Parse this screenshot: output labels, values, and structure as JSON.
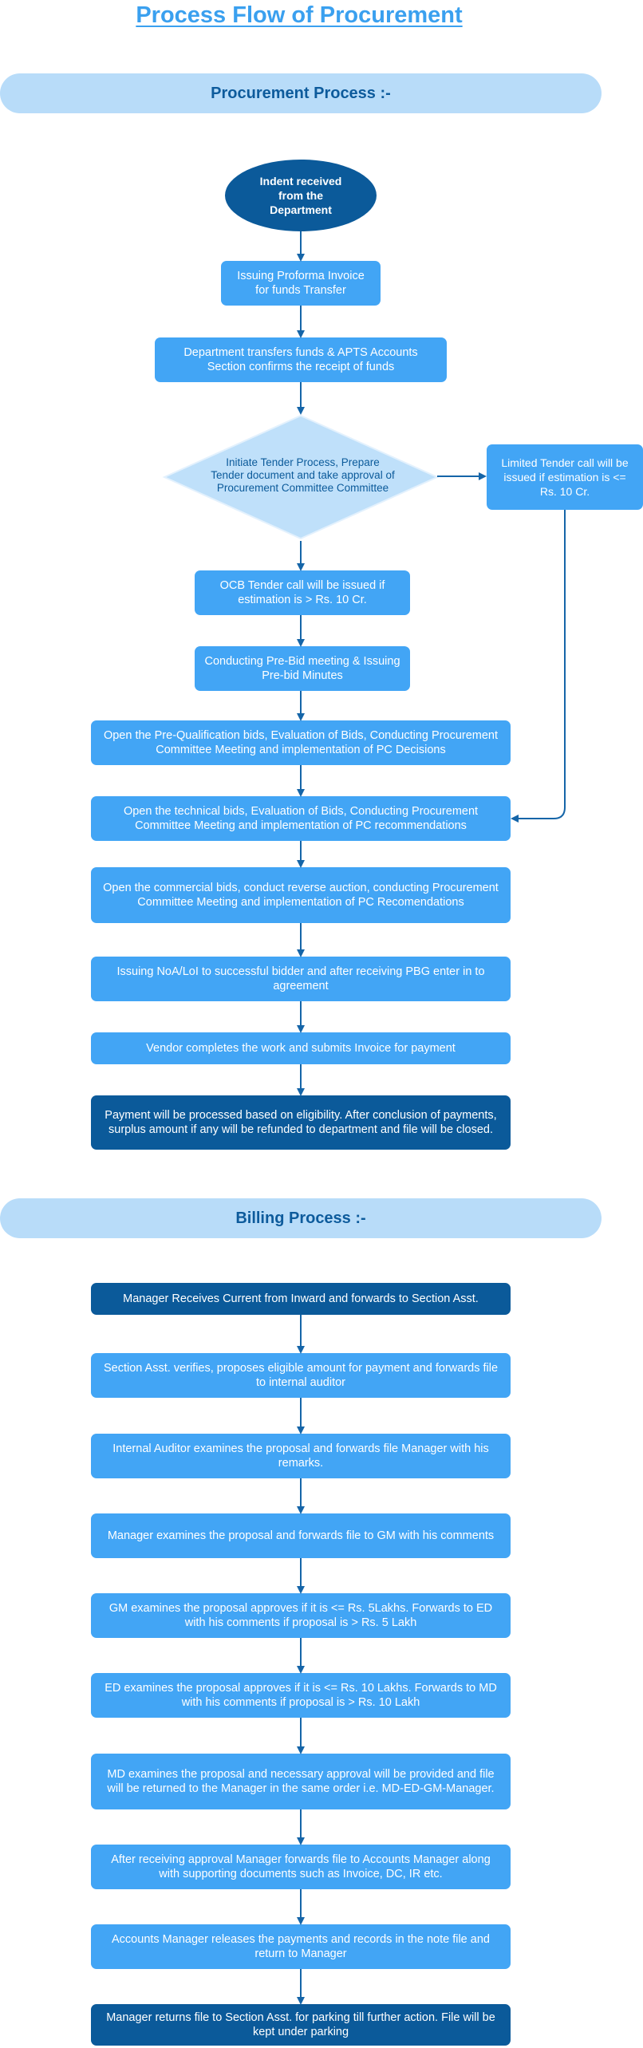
{
  "page_title": "Process Flow of Procurement",
  "procurement": {
    "heading": "Procurement Process :-",
    "start": "Indent received from the Department",
    "step_invoice": "Issuing Proforma Invoice for funds Transfer",
    "step_funds": "Department transfers funds & APTS Accounts Section confirms the receipt of funds",
    "decision": "Initiate Tender Process, Prepare Tender document and take approval of Procurement Committee Committee",
    "limited_tender": "Limited Tender call will be issued if estimation is <= Rs. 10 Cr.",
    "ocb_tender": "OCB Tender call will be issued if estimation is > Rs. 10 Cr.",
    "prebid": "Conducting Pre-Bid meeting  & Issuing Pre-bid Minutes",
    "prequal": "Open the Pre-Qualification bids, Evaluation of Bids, Conducting Procurement Committee Meeting and implementation of PC Decisions",
    "technical": "Open the technical bids, Evaluation of Bids, Conducting Procurement Committee Meeting and implementation of PC recommendations",
    "commercial": "Open the commercial bids, conduct reverse auction, conducting Procurement Committee Meeting and implementation of PC Recomendations",
    "noa": "Issuing NoA/LoI to successful bidder and after receiving PBG enter in to agreement",
    "vendor": "Vendor completes the work and submits Invoice for payment",
    "payment": "Payment will be processed based on eligibility. After conclusion of payments, surplus amount if any will be refunded to department and file will be closed."
  },
  "billing": {
    "heading": "Billing Process :-",
    "steps": [
      "Manager Receives Current from Inward and forwards to Section Asst.",
      "Section Asst. verifies, proposes eligible amount for payment and forwards file to internal auditor",
      "Internal Auditor examines the proposal and forwards file Manager with his remarks.",
      "Manager examines the proposal and forwards file to GM with his comments",
      "GM examines the proposal approves if it is <= Rs. 5Lakhs.  Forwards to ED with his comments if proposal is > Rs. 5 Lakh",
      "ED examines the proposal approves if it is <= Rs. 10 Lakhs.  Forwards to MD with his comments if proposal is > Rs. 10 Lakh",
      "MD examines the proposal and necessary approval will be provided and file will be returned to the Manager in the same order i.e. MD-ED-GM-Manager.",
      "After receiving approval Manager forwards file to Accounts Manager along with supporting documents such as Invoice, DC, IR etc.",
      "Accounts Manager releases the payments and records in the note file and return to Manager",
      "Manager returns file to Section Asst. for parking till further action. File will be kept under parking"
    ]
  },
  "colors": {
    "box": "#42a5f5",
    "dark_box": "#0b5a9a",
    "band": "#b8dcf9",
    "diamond": "#bfe0fa",
    "arrow": "#1565a8",
    "title": "#3aa0ef"
  }
}
